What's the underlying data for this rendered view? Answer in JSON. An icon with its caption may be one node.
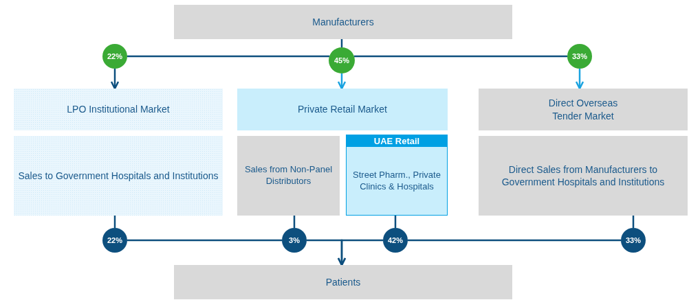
{
  "diagram": {
    "nodes": [
      {
        "text": [
          "Manufacturers"
        ]
      },
      {
        "text": [
          "22%"
        ]
      },
      {
        "text": [
          "45%"
        ]
      },
      {
        "text": [
          "33%"
        ]
      },
      {
        "text": [
          "LPO Institutional Market"
        ]
      },
      {
        "text": [
          "Private Retail Market"
        ]
      },
      {
        "text": [
          "Direct Overseas Tender Market"
        ]
      },
      {
        "text": [
          "Sales to Government Hospitals and Institutions"
        ]
      },
      {
        "text": [
          "Sales from Non-Panel Distributors"
        ]
      },
      {
        "text": [
          "UAE Retail",
          "Street Pharm., Private Clinics & Hospitals"
        ]
      },
      {
        "text": [
          "Direct Sales from Manufacturers to Government Hospitals and Institutions"
        ]
      },
      {
        "text": [
          "22%"
        ]
      },
      {
        "text": [
          "3%"
        ]
      },
      {
        "text": [
          "42%"
        ]
      },
      {
        "text": [
          "33%"
        ]
      },
      {
        "text": [
          "Patients"
        ]
      }
    ],
    "edges": [
      {
        "from": 0,
        "to": 2,
        "arrow": "none"
      },
      {
        "from": 2,
        "to": 1,
        "arrow": "none"
      },
      {
        "from": 2,
        "to": 3,
        "arrow": "none"
      },
      {
        "from": 1,
        "to": 4,
        "arrow": "to"
      },
      {
        "from": 2,
        "to": 5,
        "arrow": "to",
        "color": "#1aa3e0"
      },
      {
        "from": 3,
        "to": 6,
        "arrow": "to",
        "color": "#1aa3e0"
      },
      {
        "from": 7,
        "to": 11,
        "arrow": "none"
      },
      {
        "from": 8,
        "to": 12,
        "arrow": "none"
      },
      {
        "from": 9,
        "to": 13,
        "arrow": "none"
      },
      {
        "from": 10,
        "to": 14,
        "arrow": "none"
      },
      {
        "from": 11,
        "to": 12,
        "arrow": "none"
      },
      {
        "from": 12,
        "to": 15,
        "arrow": "to"
      },
      {
        "from": 13,
        "to": 15,
        "arrow": "to"
      },
      {
        "from": 14,
        "to": 13,
        "arrow": "none"
      }
    ]
  }
}
